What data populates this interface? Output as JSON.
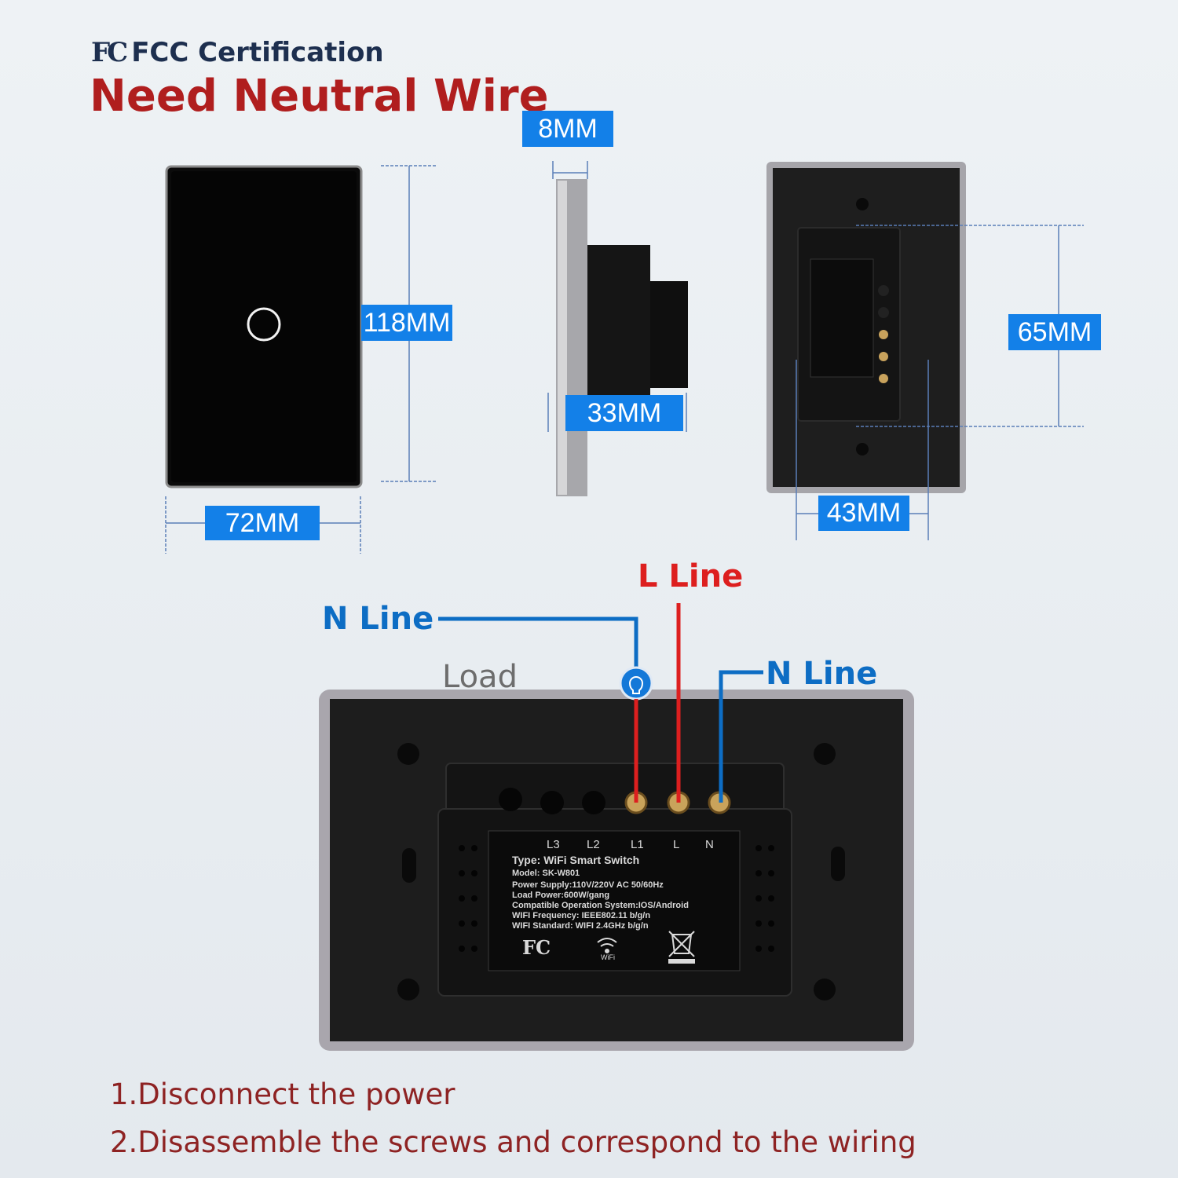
{
  "header": {
    "fcc_logo": "FC",
    "certification": "FCC Certification",
    "headline": "Need Neutral Wire"
  },
  "dimensions": {
    "thickness": "8MM",
    "height": "118MM",
    "depth": "33MM",
    "width": "72MM",
    "module_height": "65MM",
    "module_width": "43MM"
  },
  "wiring": {
    "n_line_left": "N Line",
    "l_line": "L Line",
    "n_line_right": "N Line",
    "load": "Load"
  },
  "module_label": {
    "terminals": [
      "L3",
      "L2",
      "L1",
      "L",
      "N"
    ],
    "type": "Type: WiFi Smart Switch",
    "model": "Model: SK-W801",
    "power_supply": "Power Supply:110V/220V AC  50/60Hz",
    "load_power": "Load Power:600W/gang",
    "os": "Compatible Operation System:IOS/Android",
    "wifi_freq": "WIFI Frequency: IEEE802.11 b/g/n",
    "wifi_std": "WIFI Standard: WIFI 2.4GHz b/g/n",
    "fcc_mark": "FC",
    "wifi_mark": "WiFi"
  },
  "steps": [
    "1.Disconnect the power",
    "2.Disassemble the screws and correspond to the wiring"
  ],
  "colors": {
    "accent_blue": "#1380e8",
    "wire_blue": "#0d6dc4",
    "wire_red": "#dd1f1f",
    "headline_red": "#b01e1e",
    "step_text": "#8e2323"
  }
}
